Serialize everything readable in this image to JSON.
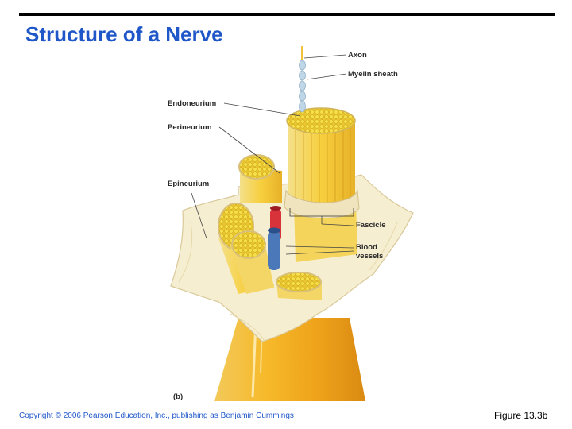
{
  "title": "Structure of a Nerve",
  "labels": {
    "axon": "Axon",
    "myelin": "Myelin sheath",
    "endoneurium": "Endoneurium",
    "perineurium": "Perineurium",
    "epineurium": "Epineurium",
    "fascicle": "Fascicle",
    "blood_line1": "Blood",
    "blood_line2": "vessels",
    "panel": "(b)"
  },
  "footer": {
    "copyright": "Copyright © 2006 Pearson Education, Inc., publishing as Benjamin Cummings",
    "figure": "Figure 13.3b"
  },
  "colors": {
    "title": "#1f57c9",
    "nerve_yellow": "#f2c23a",
    "nerve_orange": "#e8a21a",
    "epineurium": "#f6eed0",
    "artery": "#d8323a",
    "vein": "#4a78b8"
  }
}
